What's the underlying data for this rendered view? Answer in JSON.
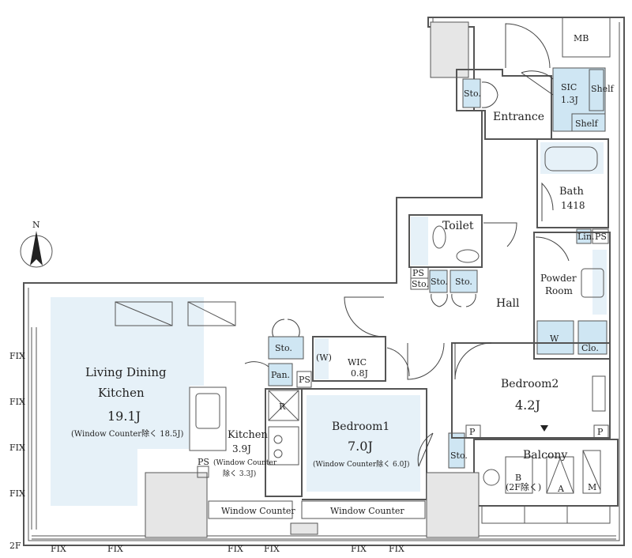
{
  "plan": {
    "rooms": {
      "ldk_line1": "Living Dining",
      "ldk_line2": "Kitchen",
      "ldk_size": "19.1J",
      "ldk_note": "(Window Counter除く 18.5J)",
      "kitchen_name": "Kitchen",
      "kitchen_size": "3.9J",
      "kitchen_note1": "(Window Counter",
      "kitchen_note2": "除く 3.3J)",
      "bed1_name": "Bedroom1",
      "bed1_size": "7.0J",
      "bed1_note": "(Window Counter除く 6.0J)",
      "bed2_name": "Bedroom2",
      "bed2_size": "4.2J",
      "balcony": "Balcony",
      "hall": "Hall",
      "entrance": "Entrance",
      "toilet": "Toilet",
      "bath_name": "Bath",
      "bath_size": "1418",
      "powder_line1": "Powder",
      "powder_line2": "Room",
      "sic_name": "SIC",
      "sic_size": "1.3J",
      "wic_name": "WIC",
      "wic_size": "0.8J",
      "mb": "MB"
    },
    "labels": {
      "sto": "Sto.",
      "shelf": "Shelf",
      "pan": "Pan.",
      "ps": "PS",
      "p": "P",
      "w": "W",
      "clo": "Clo.",
      "lin": "Lin.",
      "r": "R",
      "wcab": "(W)",
      "window_counter": "Window Counter",
      "fix": "FIX",
      "floor": "2F",
      "b": "B",
      "b_note": "(2F除く)",
      "a": "A",
      "m": "M",
      "north": "N"
    }
  }
}
